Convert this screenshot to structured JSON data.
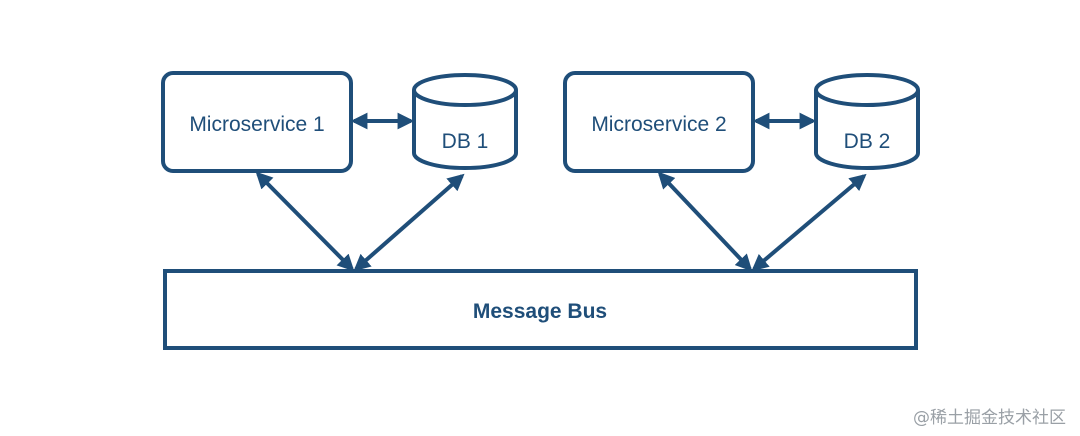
{
  "diagram": {
    "nodes": {
      "ms1": {
        "label": "Microservice 1"
      },
      "db1": {
        "label": "DB 1"
      },
      "ms2": {
        "label": "Microservice 2"
      },
      "db2": {
        "label": "DB 2"
      },
      "bus": {
        "label": "Message Bus"
      }
    },
    "edges": [
      {
        "from": "ms1",
        "to": "db1",
        "bidirectional": true
      },
      {
        "from": "ms1",
        "to": "bus",
        "bidirectional": true
      },
      {
        "from": "db1",
        "to": "bus",
        "bidirectional": true
      },
      {
        "from": "ms2",
        "to": "db2",
        "bidirectional": true
      },
      {
        "from": "ms2",
        "to": "bus",
        "bidirectional": true
      },
      {
        "from": "db2",
        "to": "bus",
        "bidirectional": true
      }
    ],
    "colors": {
      "stroke": "#1f4e79",
      "background": "#ffffff"
    }
  },
  "watermark": "@稀土掘金技术社区"
}
